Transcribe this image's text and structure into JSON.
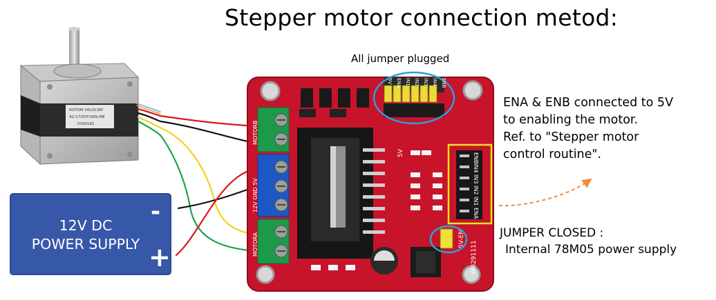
{
  "title": "Stepper motor connection metod:",
  "jumper_label": "All jumper plugged",
  "ena_note": {
    "line1": "ENA & ENB connected to 5V",
    "line2": "to enabling the motor.",
    "line3": "Ref. to \"Stepper motor",
    "line4": "control routine\"."
  },
  "jumper_closed_note": {
    "line1": "JUMPER CLOSED :",
    "line2": "Internal 78M05 power supply"
  },
  "power_supply": {
    "line1": "12V DC",
    "line2": "POWER SUPPLY",
    "minus": "-",
    "plus": "+"
  },
  "board_labels": {
    "motor_a": "MOTORA",
    "motor_b": "MOTORB",
    "power_terminal": "12V GND 5V",
    "five_v": "5V",
    "five_v_en": "5V-EN",
    "model": "WB291111",
    "enable_pins": [
      "ENB",
      "IN4",
      "IN3",
      "IN2",
      "IN1",
      "ENA"
    ],
    "logic_pins": [
      "5V",
      "ENA",
      "IN1",
      "IN2",
      "IN3",
      "IN4",
      "ENB"
    ]
  },
  "motor_sticker": {
    "brand": "ROTOM VELOCIRP",
    "model": "42-17/50Y/SKN-M8",
    "serial": "0160181"
  },
  "colors": {
    "board": "#c7142b",
    "terminal_green": "#1c9a4a",
    "terminal_blue": "#1d57c4",
    "psu_blue": "#3757a9",
    "highlight_circle": "#2e9fd8",
    "highlight_box": "#f4e41c",
    "arrow": "#f08a3c",
    "wire_red": "#e0141c",
    "wire_black": "#111111",
    "wire_yellow": "#f3d21a",
    "wire_green": "#1aa34a"
  }
}
